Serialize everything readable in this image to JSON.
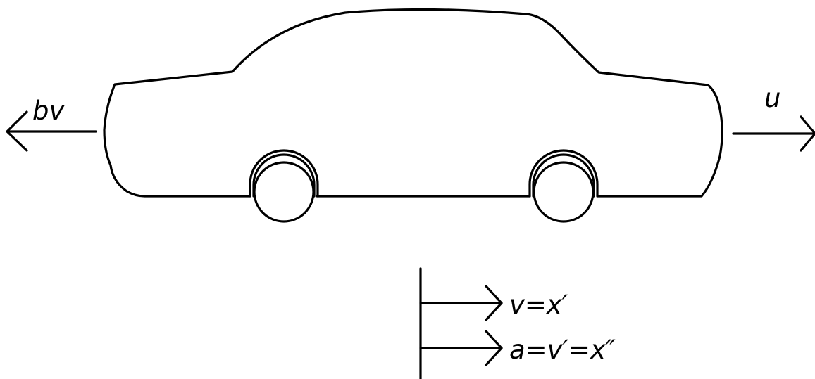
{
  "labels": {
    "drag_force": "bv",
    "applied_force": "u",
    "velocity": "v=x′",
    "acceleration": "a=v′=x″"
  },
  "colors": {
    "stroke": "#000000",
    "background": "#ffffff"
  }
}
